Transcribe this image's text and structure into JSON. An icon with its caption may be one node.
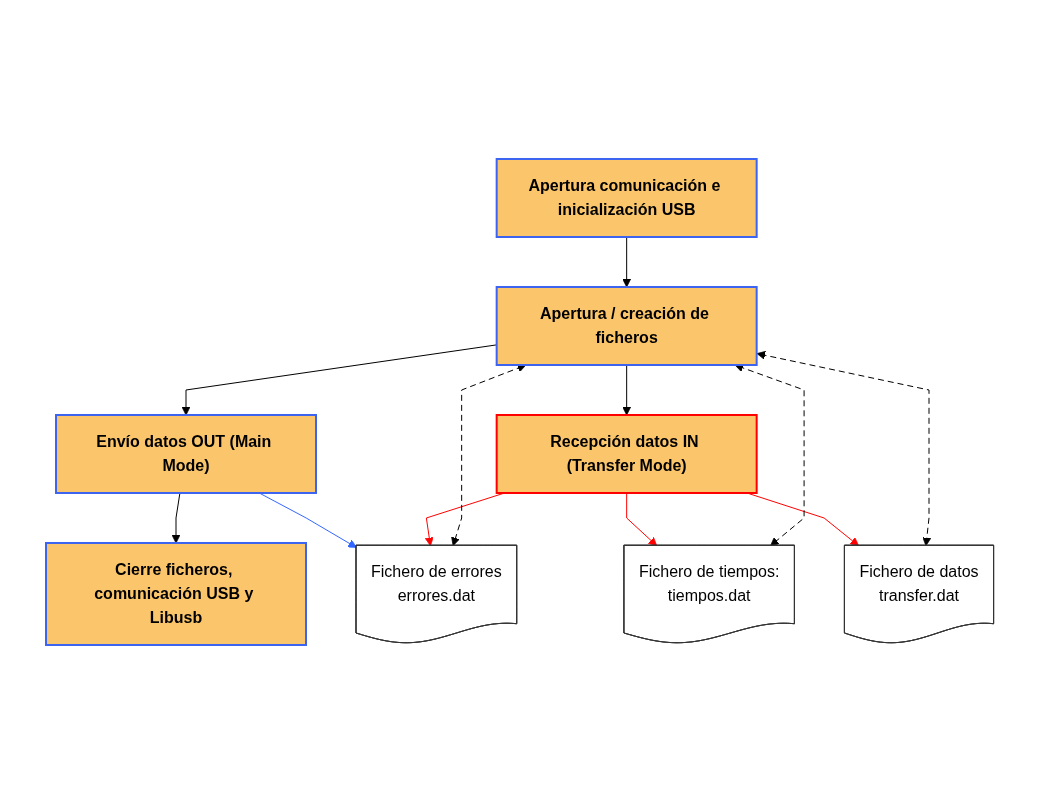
{
  "diagram": {
    "nodes": [
      {
        "text": [
          "Apertura comunicación e inicialización USB"
        ]
      },
      {
        "text": [
          "Apertura / creación de ficheros"
        ]
      },
      {
        "text": [
          "Envío datos OUT (Main Mode)"
        ]
      },
      {
        "text": [
          "Recepción datos IN (Transfer Mode)"
        ]
      },
      {
        "text": [
          "Cierre ficheros, comunicación USB y Libusb"
        ]
      },
      {
        "text": [
          "Fichero de errores",
          "errores.dat"
        ]
      },
      {
        "text": [
          "Fichero de tiempos:",
          "tiempos.dat"
        ]
      },
      {
        "text": [
          "Fichero de datos",
          "transfer.dat"
        ]
      }
    ],
    "edges": [
      {
        "from": 0,
        "to": 1,
        "arrow": "to"
      },
      {
        "from": 1,
        "to": 2,
        "arrow": "to"
      },
      {
        "from": 1,
        "to": 3,
        "arrow": "to"
      },
      {
        "from": 2,
        "to": 4,
        "arrow": "to"
      },
      {
        "from": 2,
        "to": 5,
        "arrow": "to",
        "color": "#3366ff"
      },
      {
        "from": 3,
        "to": 5,
        "arrow": "to",
        "color": "#ff0000"
      },
      {
        "from": 3,
        "to": 6,
        "arrow": "to",
        "color": "#ff0000"
      },
      {
        "from": 3,
        "to": 7,
        "arrow": "to",
        "color": "#ff0000"
      },
      {
        "from": 1,
        "to": 5,
        "arrow": "both",
        "style": "dashed"
      },
      {
        "from": 1,
        "to": 6,
        "arrow": "both",
        "style": "dashed"
      },
      {
        "from": 1,
        "to": 7,
        "arrow": "both",
        "style": "dashed"
      }
    ]
  }
}
